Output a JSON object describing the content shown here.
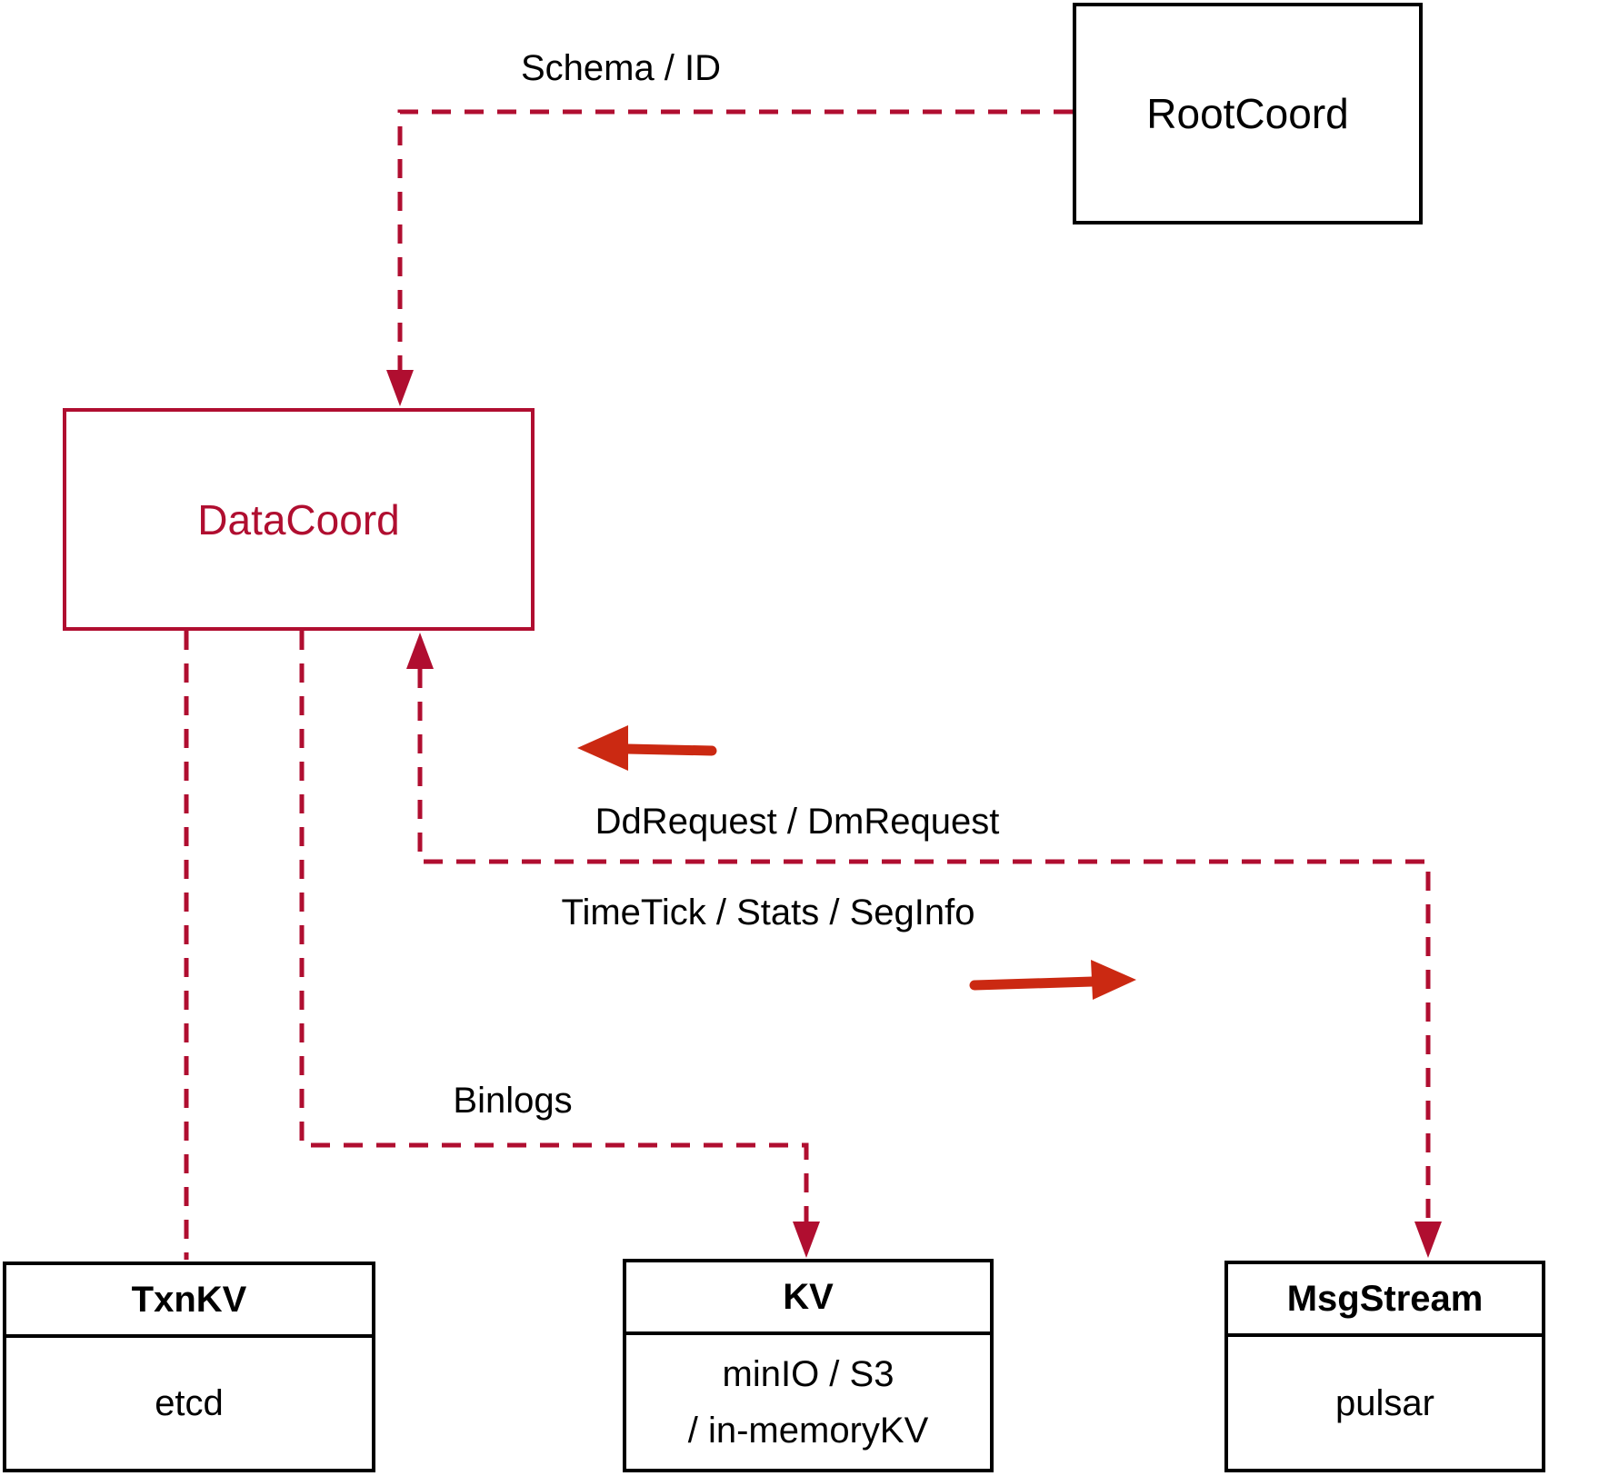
{
  "nodes": {
    "rootcoord": {
      "title": "RootCoord"
    },
    "datacoord": {
      "title": "DataCoord"
    },
    "txnkv": {
      "header": "TxnKV",
      "body": "etcd"
    },
    "kv": {
      "header": "KV",
      "body_line_1": "minIO / S3",
      "body_line_2": "/ in-memoryKV"
    },
    "msgstream": {
      "header": "MsgStream",
      "body": "pulsar"
    }
  },
  "edge_labels": {
    "schema_id": "Schema / ID",
    "dd_request_dm_request": "DdRequest / DmRequest",
    "timetick_stats_seginfo": "TimeTick / Stats / SegInfo",
    "binlogs": "Binlogs"
  },
  "colors": {
    "dashed_line_crimson": "#B00E30",
    "solid_arrow_red": "#CB2912",
    "box_border_black": "#000000",
    "text_black": "#000000",
    "background": "#FFFFFF"
  }
}
